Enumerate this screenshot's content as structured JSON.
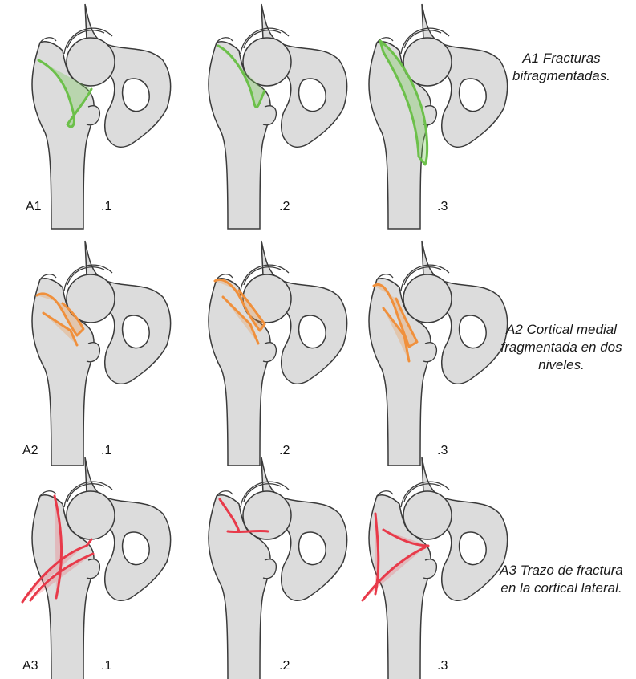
{
  "rows": [
    {
      "code": "A1",
      "description": "A1 Fracturas bifragmentadas.",
      "color": "#6cc04a",
      "fill": "rgba(120, 200, 90, 0.35)",
      "subtypes": [
        ".1",
        ".2",
        ".3"
      ]
    },
    {
      "code": "A2",
      "description": "A2 Cortical medial fragmentada en dos niveles.",
      "color": "#f0903c",
      "fill": "rgba(240, 150, 70, 0.30)",
      "subtypes": [
        ".1",
        ".2",
        ".3"
      ]
    },
    {
      "code": "A3",
      "description": "A3 Trazo de fractura en la cortical lateral.",
      "color": "#e83a4a",
      "fill": "rgba(240, 80, 90, 0.25)",
      "subtypes": [
        ".1",
        ".2",
        ".3"
      ]
    }
  ],
  "colors": {
    "bone_fill": "#dcdcdc",
    "bone_stroke": "#3a3a3a"
  }
}
